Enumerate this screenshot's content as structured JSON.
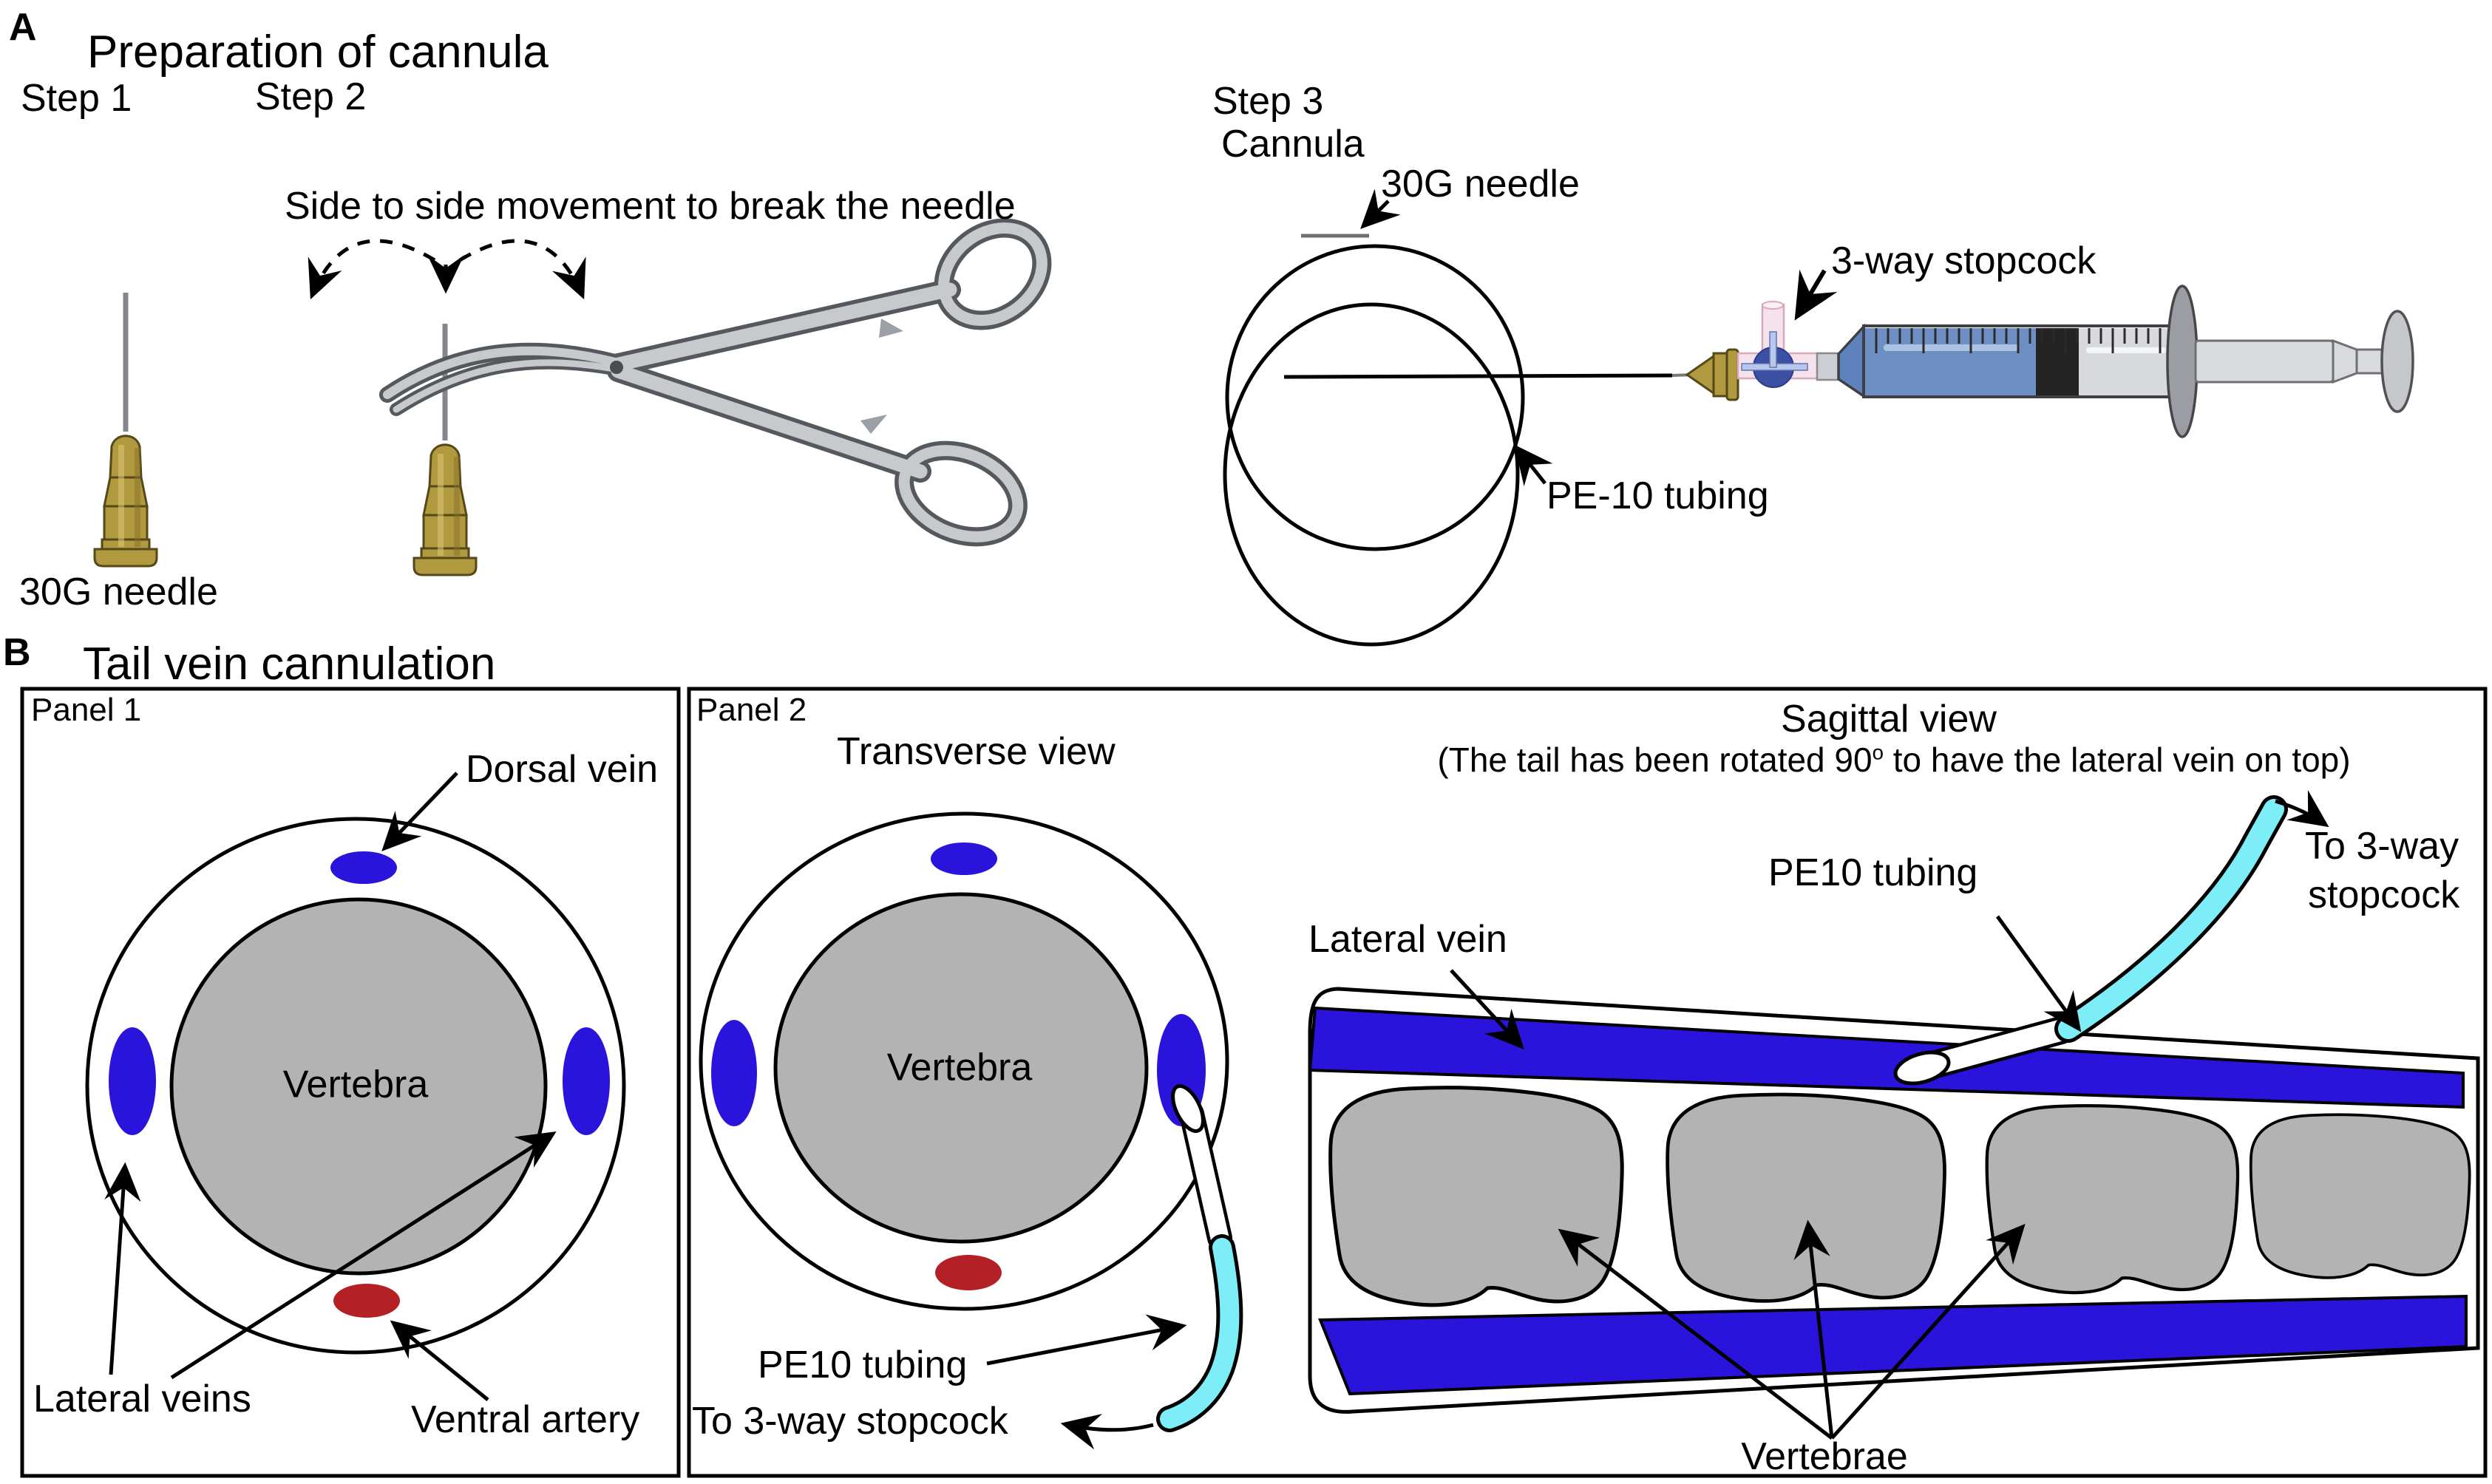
{
  "section_a": {
    "panel_label": "A",
    "title": "Preparation of cannula",
    "step1_label": "Step 1",
    "step2_label": "Step 2",
    "step3_label": "Step 3",
    "needle_label": "30G needle",
    "side_to_side_label": "Side to side movement to break the needle",
    "cannula_label": "Cannula",
    "step3_needle_label": "30G needle",
    "stopcock_label": "3-way stopcock",
    "tubing_label": "PE-10 tubing"
  },
  "section_b": {
    "panel_label": "B",
    "title": "Tail vein cannulation",
    "panel1": {
      "label": "Panel 1",
      "dorsal_vein_label": "Dorsal vein",
      "vertebra_label": "Vertebra",
      "lateral_veins_label": "Lateral veins",
      "ventral_artery_label": "Ventral artery"
    },
    "panel2": {
      "label": "Panel 2",
      "view_label": "Transverse view",
      "vertebra_label": "Vertebra",
      "tubing_label": "PE10 tubing",
      "stopcock_label": "To 3-way stopcock"
    },
    "sagittal": {
      "view_label": "Sagittal view",
      "rotation_note_pre": "(The tail has been rotated 90",
      "rotation_note_sup": "o",
      "rotation_note_post": " to have the lateral vein on top)",
      "lateral_vein_label": "Lateral vein",
      "tubing_label": "PE10 tubing",
      "stopcock_label_line1": "To 3-way",
      "stopcock_label_line2": "stopcock",
      "vertebrae_label": "Vertebrae"
    }
  },
  "colors": {
    "vein_blue": "#2a14dc",
    "artery_red": "#b32025",
    "vertebra_gray": "#b3b3b3",
    "tubing_cyan": "#7deef7",
    "needle_gold": "#b0993f",
    "syringe_fluid_blue": "#6d8fc3",
    "stopcock_ball_blue": "#3b4fa3",
    "stopcock_pink": "#f6e2ea",
    "forceps_silver": "#c6cacd"
  }
}
